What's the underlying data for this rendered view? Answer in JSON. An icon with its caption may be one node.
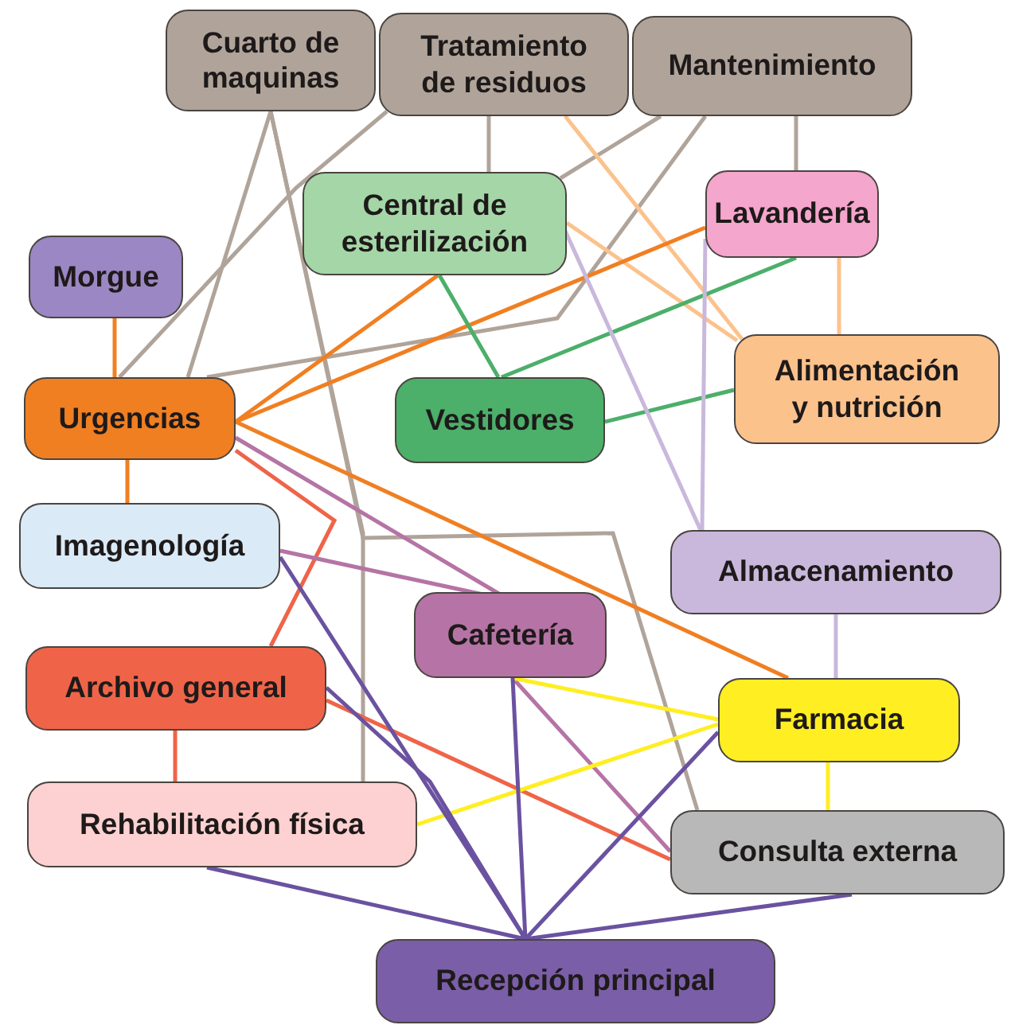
{
  "diagram": {
    "nodes": [
      {
        "text": [
          "Cuarto de maquinas"
        ]
      },
      {
        "text": [
          "Tratamiento de residuos"
        ]
      },
      {
        "text": [
          "Mantenimiento"
        ]
      },
      {
        "text": [
          "Morgue"
        ]
      },
      {
        "text": [
          "Central de esterilización"
        ]
      },
      {
        "text": [
          "Lavandería"
        ]
      },
      {
        "text": [
          "Urgencias"
        ]
      },
      {
        "text": [
          "Vestidores"
        ]
      },
      {
        "text": [
          "Alimentación y nutrición"
        ]
      },
      {
        "text": [
          "Imagenología"
        ]
      },
      {
        "text": [
          "Almacenamiento"
        ]
      },
      {
        "text": [
          "Cafetería"
        ]
      },
      {
        "text": [
          "Archivo general"
        ]
      },
      {
        "text": [
          "Farmacia"
        ]
      },
      {
        "text": [
          "Rehabilitación física"
        ]
      },
      {
        "text": [
          "Consulta externa"
        ]
      },
      {
        "text": [
          "Recepción principal"
        ]
      }
    ],
    "edges": [
      {
        "from": 0,
        "to": 6,
        "arrow": "none",
        "color": "#b0a49a"
      },
      {
        "from": 0,
        "to": 14,
        "arrow": "none",
        "color": "#b0a49a"
      },
      {
        "from": 0,
        "to": 15,
        "arrow": "none",
        "color": "#b0a49a"
      },
      {
        "from": 1,
        "to": 6,
        "arrow": "none",
        "color": "#b0a49a"
      },
      {
        "from": 1,
        "to": 4,
        "arrow": "none",
        "color": "#b0a49a"
      },
      {
        "from": 2,
        "to": 4,
        "arrow": "none",
        "color": "#b0a49a"
      },
      {
        "from": 2,
        "to": 6,
        "arrow": "none",
        "color": "#b0a49a"
      },
      {
        "from": 2,
        "to": 5,
        "arrow": "none",
        "color": "#b0a49a"
      },
      {
        "from": 1,
        "to": 8,
        "arrow": "none",
        "color": "#fcc28c"
      },
      {
        "from": 4,
        "to": 8,
        "arrow": "none",
        "color": "#fcc28c"
      },
      {
        "from": 5,
        "to": 8,
        "arrow": "none",
        "color": "#fcc28c"
      },
      {
        "from": 3,
        "to": 6,
        "arrow": "none",
        "color": "#f07f22"
      },
      {
        "from": 6,
        "to": 4,
        "arrow": "none",
        "color": "#f07f22"
      },
      {
        "from": 6,
        "to": 5,
        "arrow": "none",
        "color": "#f07f22"
      },
      {
        "from": 6,
        "to": 13,
        "arrow": "none",
        "color": "#f07f22"
      },
      {
        "from": 6,
        "to": 9,
        "arrow": "none",
        "color": "#f07f22"
      },
      {
        "from": 4,
        "to": 7,
        "arrow": "none",
        "color": "#4caf6a"
      },
      {
        "from": 5,
        "to": 7,
        "arrow": "none",
        "color": "#4caf6a"
      },
      {
        "from": 7,
        "to": 8,
        "arrow": "none",
        "color": "#4caf6a"
      },
      {
        "from": 4,
        "to": 10,
        "arrow": "none",
        "color": "#c9b8dc"
      },
      {
        "from": 5,
        "to": 10,
        "arrow": "none",
        "color": "#c9b8dc"
      },
      {
        "from": 10,
        "to": 13,
        "arrow": "none",
        "color": "#c9b8dc"
      },
      {
        "from": 6,
        "to": 12,
        "arrow": "none",
        "color": "#ef6448"
      },
      {
        "from": 12,
        "to": 15,
        "arrow": "none",
        "color": "#ef6448"
      },
      {
        "from": 12,
        "to": 14,
        "arrow": "none",
        "color": "#ef6448"
      },
      {
        "from": 6,
        "to": 11,
        "arrow": "none",
        "color": "#b574a5"
      },
      {
        "from": 9,
        "to": 11,
        "arrow": "none",
        "color": "#b574a5"
      },
      {
        "from": 11,
        "to": 15,
        "arrow": "none",
        "color": "#b574a5"
      },
      {
        "from": 11,
        "to": 13,
        "arrow": "none",
        "color": "#ffee22"
      },
      {
        "from": 14,
        "to": 13,
        "arrow": "none",
        "color": "#ffee22"
      },
      {
        "from": 13,
        "to": 15,
        "arrow": "none",
        "color": "#ffee22"
      },
      {
        "from": 9,
        "to": 16,
        "arrow": "none",
        "color": "#6a52a0"
      },
      {
        "from": 12,
        "to": 16,
        "arrow": "none",
        "color": "#6a52a0"
      },
      {
        "from": 14,
        "to": 16,
        "arrow": "none",
        "color": "#6a52a0"
      },
      {
        "from": 11,
        "to": 16,
        "arrow": "none",
        "color": "#6a52a0"
      },
      {
        "from": 13,
        "to": 16,
        "arrow": "none",
        "color": "#6a52a0"
      },
      {
        "from": 15,
        "to": 16,
        "arrow": "none",
        "color": "#6a52a0"
      }
    ]
  }
}
